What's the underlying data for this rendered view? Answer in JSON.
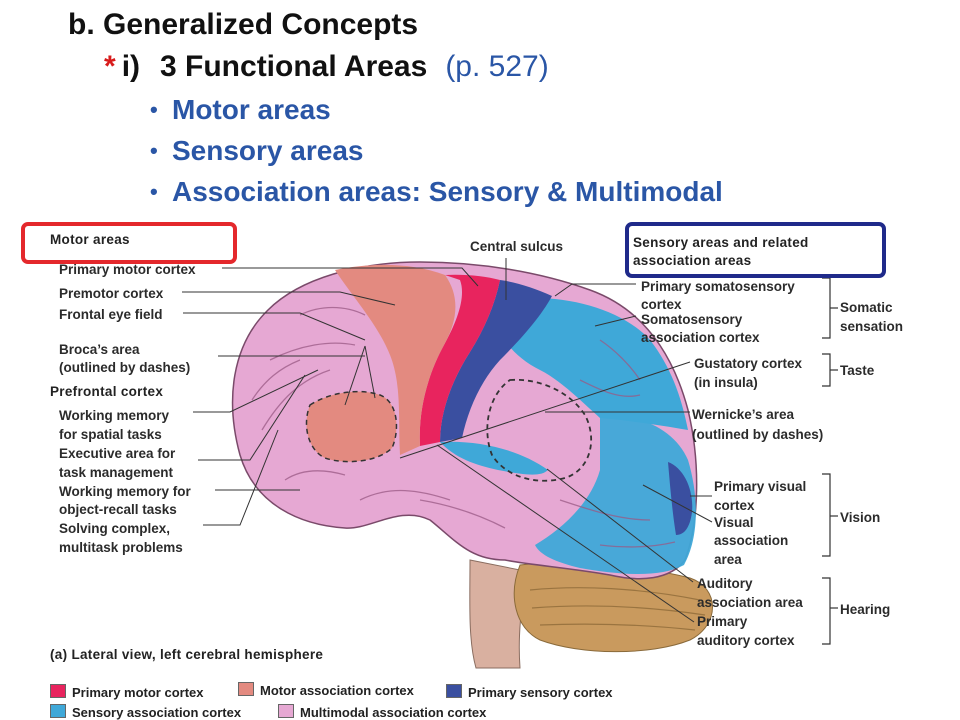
{
  "slide": {
    "title": "b.  Generalized Concepts",
    "subtitle_marker": "*",
    "subtitle_number": "i)",
    "subtitle_text": "3 Functional Areas",
    "subtitle_page": "(p. 527)",
    "bullet_char": "•",
    "bullets": [
      "Motor areas",
      "Sensory areas",
      "Association areas: Sensory & Multimodal"
    ]
  },
  "figure": {
    "motor_heading": "Motor areas",
    "sensory_heading_line1": "Sensory areas and related",
    "sensory_heading_line2": "association areas",
    "central_sulcus": "Central sulcus",
    "prefrontal_heading": "Prefrontal cortex",
    "caption": "(a) Lateral view, left cerebral hemisphere",
    "left_labels": {
      "primary_motor": "Primary motor cortex",
      "premotor": "Premotor cortex",
      "frontal_eye": "Frontal eye field",
      "broca_1": "Broca’s area",
      "broca_2": "(outlined by dashes)",
      "wm_spatial_1": "Working memory",
      "wm_spatial_2": "for spatial tasks",
      "exec_1": "Executive area for",
      "exec_2": "task management",
      "wm_object_1": "Working memory for",
      "wm_object_2": "object-recall tasks",
      "solving_1": "Solving complex,",
      "solving_2": "multitask problems"
    },
    "right_labels": {
      "primary_somato_1": "Primary somatosensory",
      "primary_somato_2": "cortex",
      "somato_assoc_1": "Somatosensory",
      "somato_assoc_2": "association cortex",
      "gustatory_1": "Gustatory cortex",
      "gustatory_2": "(in insula)",
      "wernicke_1": "Wernicke’s area",
      "wernicke_2": "(outlined by dashes)",
      "primary_visual_1": "Primary visual",
      "primary_visual_2": "cortex",
      "visual_assoc_1": "Visual",
      "visual_assoc_2": "association",
      "visual_assoc_3": "area",
      "auditory_assoc_1": "Auditory",
      "auditory_assoc_2": "association area",
      "primary_auditory_1": "Primary",
      "primary_auditory_2": "auditory cortex"
    },
    "groups": {
      "somatic_1": "Somatic",
      "somatic_2": "sensation",
      "taste": "Taste",
      "vision": "Vision",
      "hearing": "Hearing"
    },
    "legend": [
      {
        "label": "Primary motor cortex",
        "color": "#e8245e"
      },
      {
        "label": "Motor association cortex",
        "color": "#e38a80"
      },
      {
        "label": "Primary sensory cortex",
        "color": "#3a4fa0"
      },
      {
        "label": "Sensory association cortex",
        "color": "#3fa8d8"
      },
      {
        "label": "Multimodal association cortex",
        "color": "#e6a8d3"
      }
    ],
    "colors": {
      "primary_motor": "#e8245e",
      "motor_assoc": "#e38a80",
      "primary_sensory": "#3a4fa0",
      "sensory_assoc": "#3fa8d8",
      "multimodal": "#e6a8d3",
      "cerebellum": "#c99a5e",
      "brainstem": "#d9b0a0",
      "motor_box": "#e4282c",
      "sensory_box": "#1f2a8a",
      "bullet_text": "#2a56a6"
    }
  }
}
